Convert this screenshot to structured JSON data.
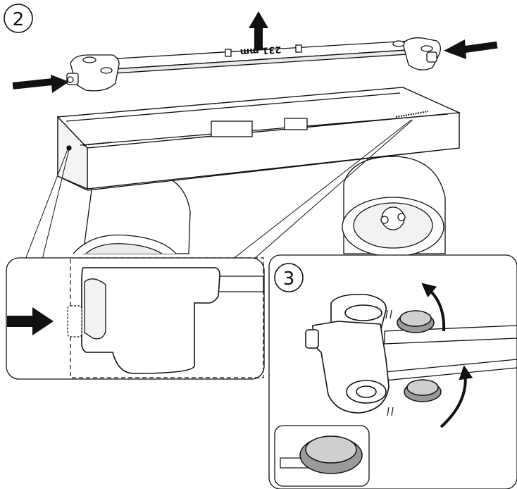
{
  "steps": {
    "step2": {
      "number": "2"
    },
    "step3": {
      "number": "3"
    }
  },
  "bracket": {
    "dimension_label": "231 mm",
    "label_orientation": "upside-down"
  },
  "colors": {
    "stroke": "#111111",
    "light_fill": "#ffffff",
    "shade_fill": "#e6e6e6",
    "cap_fill": "#9a9a9a",
    "cap_inner": "#cfcfcf"
  },
  "icons": {
    "lift_arrow": "arrow-up-icon",
    "push_arrow_left": "arrow-right-icon",
    "push_arrow_right": "arrow-left-icon",
    "detail_push_arrow": "arrow-right-icon",
    "rotate_arrows": "curved-arrow-icon"
  }
}
